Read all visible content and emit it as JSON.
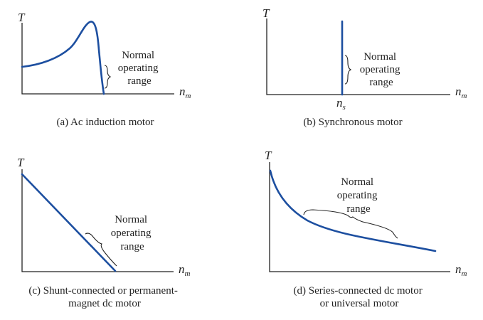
{
  "axis_labels": {
    "y": "T",
    "x_main": "n",
    "x_sub": "m",
    "ns_main": "n",
    "ns_sub": "s"
  },
  "note_lines": [
    "Normal",
    "operating",
    "range"
  ],
  "panels": {
    "a": {
      "caption": [
        "(a) Ac induction motor"
      ]
    },
    "b": {
      "caption": [
        "(b) Synchronous motor"
      ]
    },
    "c": {
      "caption": [
        "(c) Shunt-connected or permanent-",
        "magnet dc motor"
      ]
    },
    "d": {
      "caption": [
        "(d) Series-connected dc motor",
        "or universal motor"
      ]
    }
  },
  "colors": {
    "curve": "#1d4fa0",
    "axis": "#222222"
  }
}
